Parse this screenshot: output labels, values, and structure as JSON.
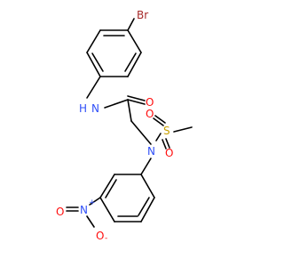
{
  "molecule": {
    "colors": {
      "carbon_bond": "#000000",
      "nitrogen": "#3050f8",
      "oxygen": "#ff0d0d",
      "sulfur": "#c8a000",
      "bromine": "#a62929"
    },
    "atoms": {
      "br": "Br",
      "nh": "N",
      "nh_h": "H",
      "o_carbonyl": "O",
      "n_sulfonamide": "N",
      "s": "S",
      "o_s1": "O",
      "o_s2": "O",
      "n_nitro": "N",
      "n_nitro_charge": "+",
      "o_nitro_top": "O",
      "o_nitro_bottom": "O",
      "o_nitro_charge": "-"
    }
  }
}
